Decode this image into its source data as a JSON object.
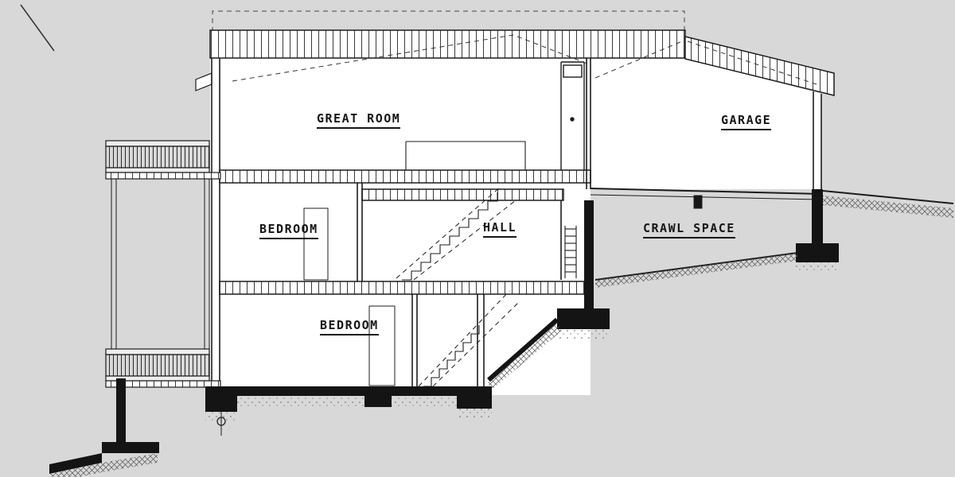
{
  "drawing": {
    "type": "architectural-cross-section",
    "labels": {
      "great_room": "GREAT ROOM",
      "garage": "GARAGE",
      "bedroom_upper": "BEDROOM",
      "hall": "HALL",
      "crawl_space": "CRAWL SPACE",
      "bedroom_lower": "BEDROOM"
    },
    "colors": {
      "background": "#d8d8d8",
      "paper": "#ffffff",
      "ink": "#1c1c1c"
    }
  }
}
